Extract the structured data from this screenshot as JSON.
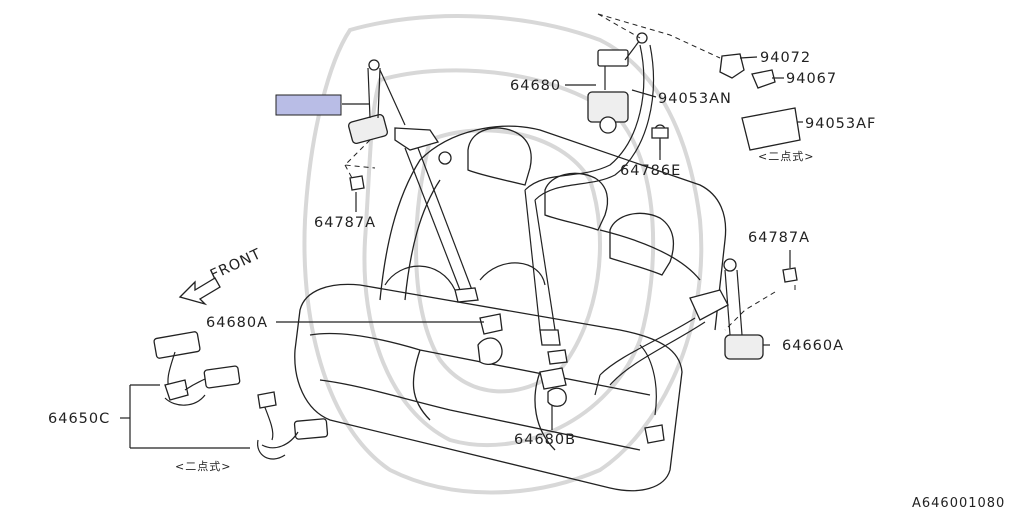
{
  "labels": {
    "p64680": "64680",
    "p94053AN": "94053AN",
    "p94072": "94072",
    "p94067": "94067",
    "p94053AF": "94053AF",
    "note_top": "<二点式>",
    "p64786E": "64786E",
    "p64787A_left": "64787A",
    "p64787A_right": "64787A",
    "p64660A": "64660A",
    "p64680A": "64680A",
    "p64680B": "64680B",
    "p64650C": "64650C",
    "note_bottom": "<二点式>",
    "front": "FRONT",
    "figure_code": "A646001080"
  },
  "highlight_color": "#b9bde6"
}
